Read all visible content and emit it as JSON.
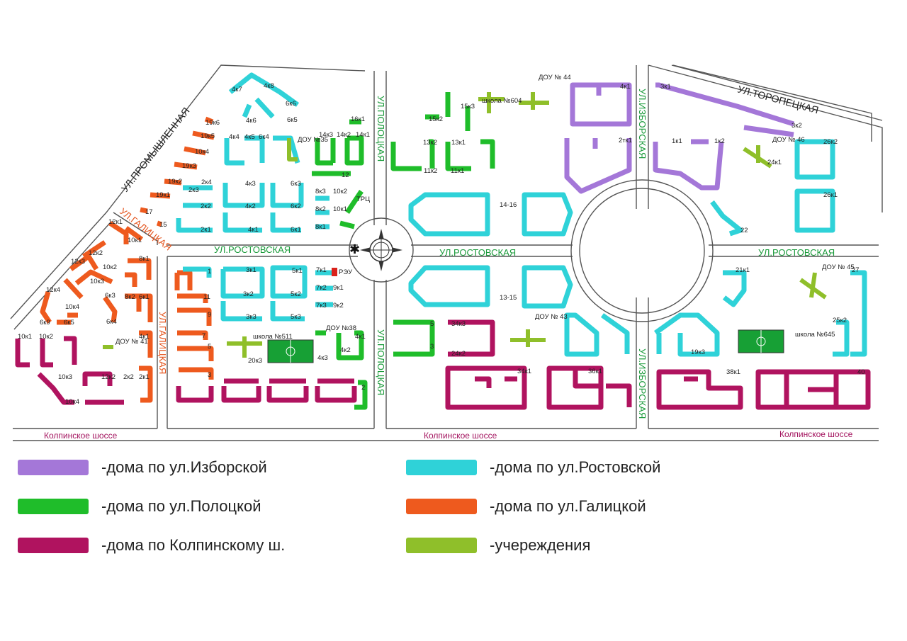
{
  "colors": {
    "izborskaya": "#a477d8",
    "rostovskaya": "#2fd2d8",
    "polotskaya": "#1fbd2a",
    "galitskaya": "#ee5a1e",
    "kolpinskoe": "#b0135f",
    "institutions": "#8fbf2a"
  },
  "streets": {
    "promyshlennaya": "УЛ.ПРОМЫШЛЕННАЯ",
    "galitskaya": "УЛ.ГАЛИЦКАЯ",
    "rostovskaya": "УЛ.РОСТОВСКАЯ",
    "polotskaya": "УЛ.ПОЛОЦКАЯ",
    "izborskaya": "УЛ.ИЗБОРСКАЯ",
    "toropetskaya": "УЛ.ТОРОПЕЦКАЯ",
    "kolpinskoe": "Колпинское шоссе"
  },
  "labels": {
    "b4k7": "4к7",
    "b4k8": "4к8",
    "b6k6": "6к6",
    "b6k5": "6к5",
    "b4k6": "4к6",
    "b4k4": "4к4",
    "b4k5": "4к5",
    "b6k4": "6к4",
    "b19k6": "19к6",
    "b19k5": "19к5",
    "b10k4": "10к4",
    "b19k3": "19к3",
    "b19k2": "19к2",
    "b19k1": "19к1",
    "b17": "17",
    "b15": "15",
    "b2k3": "2к3",
    "b2k4": "2к4",
    "b2k2": "2к2",
    "b2k1": "2к1",
    "b4k3": "4к3",
    "b4k2": "4к2",
    "b4k1": "4к1",
    "b6k3": "6к3",
    "b6k2": "6к2",
    "b6k1": "6к1",
    "b8k3": "8к3",
    "b8k2": "8к2",
    "b8k1": "8к1",
    "b10k2": "10к2",
    "b10k1": "10к1",
    "b14k3": "14к3",
    "b14k2": "14к2",
    "b14k1": "14к1",
    "b16k1": "16к1",
    "b12": "12",
    "dou35": "ДОУ №35",
    "trc": "ТРЦ",
    "b12k1": "12к1",
    "b10k1w": "10к1",
    "b12k2": "12к2",
    "b12k3": "12к3",
    "b10k2w": "10к2",
    "b8k1w": "8к1",
    "b10k3": "10к3",
    "b12k4": "12к4",
    "b6k3w": "6к3",
    "b8k2w": "8к2",
    "b6k1w": "6к1",
    "b10k4w": "10к4",
    "b6k9": "6к9",
    "b6k5w": "6к5",
    "b6k4w": "6к4",
    "b4k1w": "4к1",
    "dou41": "ДОУ № 41",
    "b10k1s": "10к1",
    "b10k2s": "10к2",
    "b10k3s": "10к3",
    "b10k4s": "10к4",
    "b12k2s": "12к2",
    "b2k2s": "2к2",
    "b2k1s": "2к1",
    "r1": "1",
    "r11": "11",
    "r9": "9",
    "r7": "7",
    "r5": "5",
    "r3": "3",
    "b3k1": "3к1",
    "b3k2": "3к2",
    "b3k3": "3к3",
    "b5k1": "5к1",
    "b5k2": "5к2",
    "b5k3": "5к3",
    "b7k1": "7к1",
    "reu": "РЭУ",
    "b7k2": "7к2",
    "b9k1": "9к1",
    "b7k3": "7к3",
    "b9k2": "9к2",
    "b4k3s": "4к3",
    "school511": "школа №511",
    "b20k3": "20к3",
    "dou38": "ДОУ №38",
    "b4k1s": "4к1",
    "b4k2s": "4к2",
    "b2": "2",
    "b15k3": "15к3",
    "school604": "школа №604",
    "dou44": "ДОУ № 44",
    "b15k2": "15к2",
    "b13k2": "13к2",
    "b13k1": "13к1",
    "b11k2": "11к2",
    "b11k1": "11к1",
    "b4k1e": "4к1",
    "b2mk1": "2тк1",
    "b14_16": "14-16",
    "b13_15": "13-15",
    "b5": "5",
    "b3": "3",
    "b34k3": "34к3",
    "b24k2": "24к2",
    "dou43": "ДОУ № 43",
    "b34k1": "34к1",
    "b36k1": "36к1",
    "b3k1e": "3к1",
    "b3k2e": "3к2",
    "b1k1": "1к1",
    "b1k2": "1к2",
    "dou46": "ДОУ № 46",
    "b24k1": "24к1",
    "b26k2": "26к2",
    "b26k1": "26к1",
    "b22": "22",
    "b21k1": "21к1",
    "dou45": "ДОУ № 45",
    "b27": "27",
    "b25k2": "25к2",
    "school645": "школа №645",
    "b19k3e": "19к3",
    "b38k1": "38к1",
    "b40": "40"
  },
  "legend": [
    {
      "key": "izborskaya",
      "text": "-дома по ул.Изборской"
    },
    {
      "key": "polotskaya",
      "text": "-дома по ул.Полоцкой"
    },
    {
      "key": "kolpinskoe",
      "text": "-дома по Колпинскому ш."
    },
    {
      "key": "rostovskaya",
      "text": "-дома по ул.Ростовской"
    },
    {
      "key": "galitskaya",
      "text": "-дома по ул.Галицкой"
    },
    {
      "key": "institutions",
      "text": "-учереждения"
    }
  ]
}
